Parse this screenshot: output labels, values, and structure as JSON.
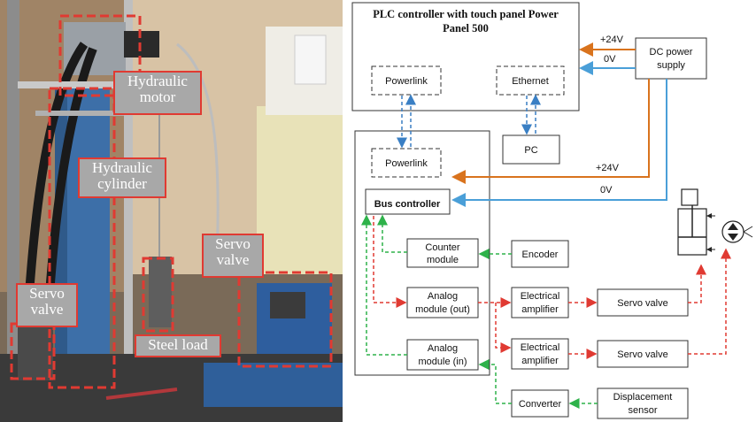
{
  "photo": {
    "labels": {
      "hydraulic_motor": "Hydraulic\nmotor",
      "hydraulic_cylinder": "Hydraulic\ncylinder",
      "servo_valve_right": "Servo\nvalve",
      "servo_valve_left": "Servo\nvalve",
      "steel_load": "Steel load"
    }
  },
  "diagram": {
    "plc_title_line1": "PLC controller with touch panel Power",
    "plc_title_line2": "Panel 500",
    "powerlink_top": "Powerlink",
    "ethernet": "Ethernet",
    "dc_power_line1": "DC power",
    "dc_power_line2": "supply",
    "plus24_top": "+24V",
    "zero_top": "0V",
    "pc": "PC",
    "powerlink_bus": "Powerlink",
    "bus_controller": "Bus controller",
    "plus24_mid": "+24V",
    "zero_mid": "0V",
    "counter_line1": "Counter",
    "counter_line2": "module",
    "encoder": "Encoder",
    "aout_line1": "Analog",
    "aout_line2": "module (out)",
    "amp1_line1": "Electrical",
    "amp1_line2": "amplifier",
    "servo1": "Servo valve",
    "ain_line1": "Analog",
    "ain_line2": "module (in)",
    "amp2_line1": "Electrical",
    "amp2_line2": "amplifier",
    "servo2": "Servo valve",
    "converter": "Converter",
    "disp_line1": "Displacement",
    "disp_line2": "sensor",
    "colors": {
      "power": "#d9731d",
      "zero": "#4a9fd8",
      "powerlink_link": "#3a7fc4",
      "green": "#2eb24a",
      "red": "#e03a32"
    }
  }
}
